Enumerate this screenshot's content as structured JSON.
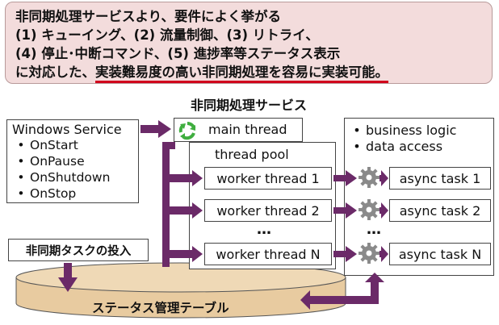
{
  "callout": {
    "line1": "非同期処理サービスより、要件によく挙がる",
    "line2": "(1) キューイング、(2) 流量制御、(3) リトライ、",
    "line3": "(4) 停止･中断コマンド、(5) 進捗率等ステータス表示",
    "line4_pre": "に対応した、",
    "line4_em": "実装難易度の高い非同期処理を容易に実装可能。"
  },
  "diagram": {
    "title": "非同期処理サービス",
    "windows_service": {
      "title": "Windows Service",
      "items": [
        "OnStart",
        "OnPause",
        "OnShutdown",
        "OnStop"
      ]
    },
    "main_thread": "main thread",
    "thread_pool": "thread pool",
    "workers": [
      "worker thread 1",
      "worker thread 2",
      "worker thread N"
    ],
    "ellipsis": "…",
    "business_box": {
      "items": [
        "business logic",
        "data access"
      ]
    },
    "tasks": [
      "async task 1",
      "async task 2",
      "async task N"
    ],
    "queue_label": "非同期タスクの投入",
    "status_table": "ステータス管理テーブル"
  },
  "colors": {
    "callout_bg": "#f3dcdc",
    "accent_red": "#d1001c",
    "arrow_purple": "#6b2a68",
    "cylinder": "#e8cba0",
    "recycle_green": "#3fae3f",
    "gear_gray": "#8a8a8a"
  }
}
